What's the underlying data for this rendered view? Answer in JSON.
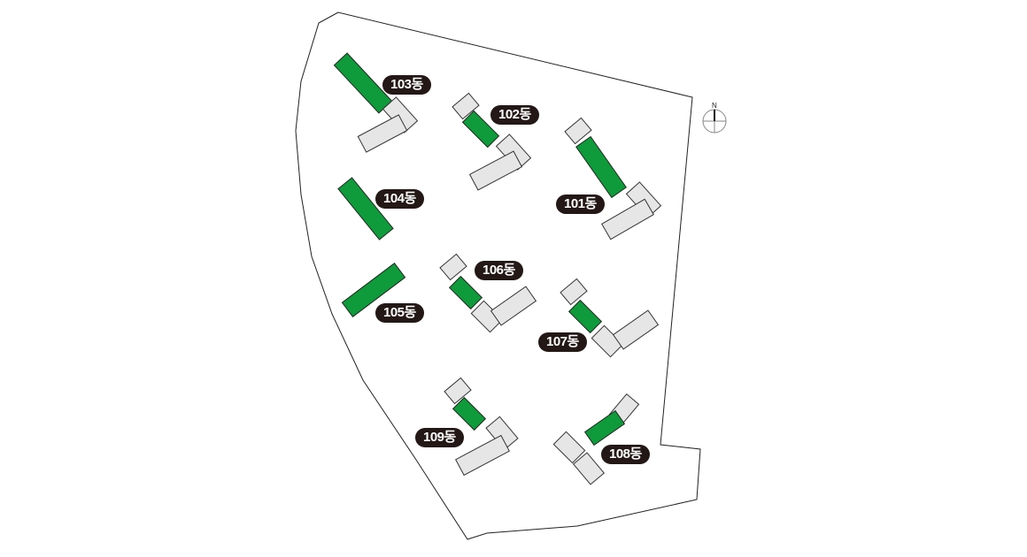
{
  "map": {
    "north_label": "N",
    "colors": {
      "highlight": "#0f9a3c",
      "building": "#e6e6e6",
      "label_bg": "#231815"
    },
    "buildings": [
      {
        "id": "103",
        "label": "103동"
      },
      {
        "id": "102",
        "label": "102동"
      },
      {
        "id": "101",
        "label": "101동"
      },
      {
        "id": "104",
        "label": "104동"
      },
      {
        "id": "106",
        "label": "106동"
      },
      {
        "id": "105",
        "label": "105동"
      },
      {
        "id": "107",
        "label": "107동"
      },
      {
        "id": "109",
        "label": "109동"
      },
      {
        "id": "108",
        "label": "108동"
      }
    ]
  }
}
